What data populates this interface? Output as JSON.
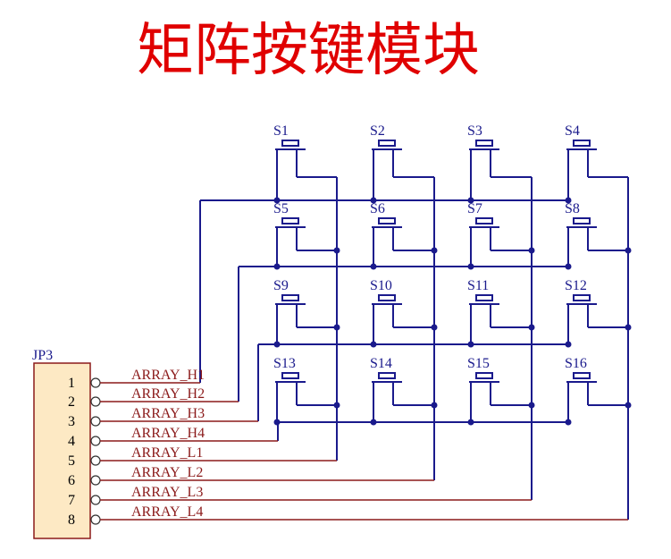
{
  "title": "矩阵按键模块",
  "connector": {
    "ref": "JP3",
    "pins": [
      "1",
      "2",
      "3",
      "4",
      "5",
      "6",
      "7",
      "8"
    ],
    "nets": [
      "ARRAY_H1",
      "ARRAY_H2",
      "ARRAY_H3",
      "ARRAY_H4",
      "ARRAY_L1",
      "ARRAY_L2",
      "ARRAY_L3",
      "ARRAY_L4"
    ]
  },
  "switches": [
    [
      "S1",
      "S2",
      "S3",
      "S4"
    ],
    [
      "S5",
      "S6",
      "S7",
      "S8"
    ],
    [
      "S9",
      "S10",
      "S11",
      "S12"
    ],
    [
      "S13",
      "S14",
      "S15",
      "S16"
    ]
  ],
  "colors": {
    "title": "#e00000",
    "wire": "#1a1a8c",
    "net_label": "#8b1a1a",
    "connector_fill": "#fde9c4",
    "connector_border": "#8b1a1a"
  }
}
